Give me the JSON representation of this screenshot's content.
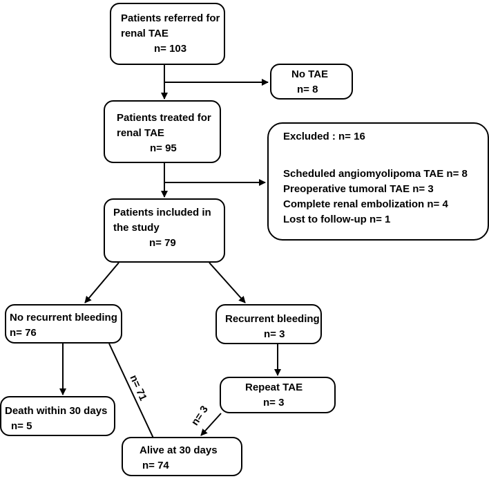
{
  "boxes": {
    "referred": {
      "line1": "Patients referred for",
      "line2": "renal TAE",
      "line3": "n= 103"
    },
    "no_tae": {
      "line1": "No TAE",
      "line2": "n= 8"
    },
    "treated": {
      "line1": "Patients treated for",
      "line2": "renal TAE",
      "line3": "n= 95"
    },
    "excluded": {
      "title": "Excluded : n= 16",
      "items": [
        "Scheduled angiomyolipoma TAE n= 8",
        "Preoperative tumoral TAE n= 3",
        "Complete renal embolization  n= 4",
        "Lost to follow-up n= 1"
      ]
    },
    "included": {
      "line1": "Patients included in",
      "line2": "the study",
      "line3": "n= 79"
    },
    "no_recurrent": {
      "line1": "No recurrent bleeding",
      "line2": "n= 76"
    },
    "recurrent": {
      "line1": "Recurrent bleeding",
      "line2": "n= 3"
    },
    "repeat": {
      "line1": "Repeat TAE",
      "line2": "n= 3"
    },
    "death": {
      "line1": "Death within 30 days",
      "line2": "n= 5"
    },
    "alive": {
      "line1": "Alive at 30 days",
      "line2": "n= 74"
    }
  },
  "edge_labels": {
    "to_alive_from_no_recurrent": "n= 71",
    "to_alive_from_repeat": "n= 3"
  }
}
